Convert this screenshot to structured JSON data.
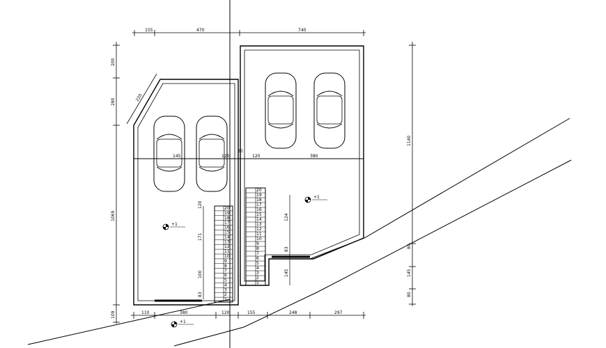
{
  "dimensions": {
    "top": [
      "155",
      "470",
      "740"
    ],
    "left": [
      "200",
      "280",
      "1069",
      "109"
    ],
    "diagonal": "220",
    "middle": [
      "145",
      "120",
      "20",
      "120",
      "380"
    ],
    "bottom": [
      "110",
      "380",
      "120",
      "155",
      "248",
      "297"
    ],
    "right_overall": "1140",
    "right_lower": [
      "80",
      "145",
      "80"
    ],
    "stairs_left": [
      "120",
      "171",
      "100",
      "83"
    ],
    "stairs_right": [
      "124",
      "83",
      "145"
    ]
  },
  "level_marks": [
    "+1",
    "+1",
    "+1"
  ],
  "stair_numbers_left": [
    "1",
    "2",
    "3",
    "4",
    "5",
    "6",
    "7",
    "8",
    "9",
    "10",
    "11",
    "12",
    "13",
    "14",
    "15",
    "16",
    "17",
    "18",
    "19",
    "20"
  ],
  "stair_numbers_right": [
    "1",
    "2",
    "3",
    "4",
    "5",
    "6",
    "7",
    "8",
    "9",
    "10",
    "11",
    "12",
    "13",
    "14",
    "15",
    "16",
    "17",
    "18",
    "19",
    "20"
  ]
}
